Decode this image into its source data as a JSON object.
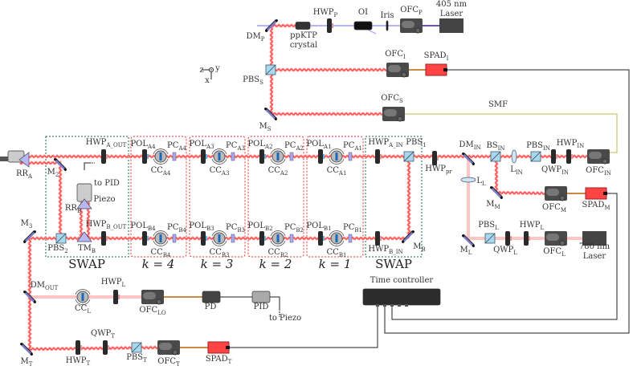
{
  "labels": {
    "DM_P": {
      "t": "DM",
      "s": "P"
    },
    "ppKTP": {
      "t": "ppKTP",
      "s": ""
    },
    "ppKTP2": {
      "t": "crystal",
      "s": ""
    },
    "HWP_P": {
      "t": "HWP",
      "s": "P"
    },
    "OI": {
      "t": "OI",
      "s": ""
    },
    "Iris": {
      "t": "Iris",
      "s": ""
    },
    "OFC_P": {
      "t": "OFC",
      "s": "P"
    },
    "L405a": {
      "t": "405 nm",
      "s": ""
    },
    "L405b": {
      "t": "Laser",
      "s": ""
    },
    "PBS_S": {
      "t": "PBS",
      "s": "S"
    },
    "OFC_I": {
      "t": "OFC",
      "s": "I"
    },
    "SPAD_I": {
      "t": "SPAD",
      "s": "I"
    },
    "M_S": {
      "t": "M",
      "s": "S"
    },
    "OFC_S": {
      "t": "OFC",
      "s": "S"
    },
    "SMF": {
      "t": "SMF",
      "s": ""
    },
    "RR_A": {
      "t": "RR",
      "s": "A"
    },
    "M_2": {
      "t": "M",
      "s": "2"
    },
    "RR_B": {
      "t": "RR",
      "s": "B"
    },
    "Piezo": {
      "t": "Piezo",
      "s": ""
    },
    "toPID": {
      "t": "to PID",
      "s": ""
    },
    "M_3": {
      "t": "M",
      "s": "3"
    },
    "PBS_2": {
      "t": "PBS",
      "s": "2"
    },
    "TM_B": {
      "t": "TM",
      "s": "B"
    },
    "HWP_Aout": {
      "t": "HWP",
      "s": "A_OUT"
    },
    "HWP_Bout": {
      "t": "HWP",
      "s": "B_OUT"
    },
    "POL_A4": {
      "t": "POL",
      "s": "A4"
    },
    "PC_A4": {
      "t": "PC",
      "s": "A4"
    },
    "CC_A4": {
      "t": "CC",
      "s": "A4"
    },
    "POL_B4": {
      "t": "POL",
      "s": "B4"
    },
    "PC_B4": {
      "t": "PC",
      "s": "B4"
    },
    "CC_B4": {
      "t": "CC",
      "s": "B4"
    },
    "POL_A3": {
      "t": "POL",
      "s": "A3"
    },
    "PC_A3": {
      "t": "PC",
      "s": "A3"
    },
    "CC_A3": {
      "t": "CC",
      "s": "A3"
    },
    "POL_B3": {
      "t": "POL",
      "s": "B3"
    },
    "PC_B3": {
      "t": "PC",
      "s": "B3"
    },
    "CC_B3": {
      "t": "CC",
      "s": "B3"
    },
    "POL_A2": {
      "t": "POL",
      "s": "A2"
    },
    "PC_A2": {
      "t": "PC",
      "s": "A2"
    },
    "CC_A2": {
      "t": "CC",
      "s": "A2"
    },
    "POL_B2": {
      "t": "POL",
      "s": "B2"
    },
    "PC_B2": {
      "t": "PC",
      "s": "B2"
    },
    "CC_B2": {
      "t": "CC",
      "s": "B2"
    },
    "POL_A1": {
      "t": "POL",
      "s": "A1"
    },
    "PC_A1": {
      "t": "PC",
      "s": "A1"
    },
    "CC_A1": {
      "t": "CC",
      "s": "A1"
    },
    "POL_B1": {
      "t": "POL",
      "s": "B1"
    },
    "PC_B1": {
      "t": "PC",
      "s": "B1"
    },
    "CC_B1": {
      "t": "CC",
      "s": "B1"
    },
    "HWP_Ain": {
      "t": "HWP",
      "s": "A_IN"
    },
    "PBS_1": {
      "t": "PBS",
      "s": "1"
    },
    "HWP_Bin": {
      "t": "HWP",
      "s": "B_IN"
    },
    "M_B": {
      "t": "M",
      "s": "B"
    },
    "HWP_pr": {
      "t": "HWP",
      "s": "pr"
    },
    "DM_IN": {
      "t": "DM",
      "s": "IN"
    },
    "L_L": {
      "t": "L",
      "s": "L"
    },
    "M_L": {
      "t": "M",
      "s": "L"
    },
    "BS_IN": {
      "t": "BS",
      "s": "IN"
    },
    "L_IN": {
      "t": "L",
      "s": "IN"
    },
    "PBS_IN": {
      "t": "PBS",
      "s": "IN"
    },
    "QWP_IN": {
      "t": "QWP",
      "s": "IN"
    },
    "HWP_IN": {
      "t": "HWP",
      "s": "IN"
    },
    "OFC_IN": {
      "t": "OFC",
      "s": "IN"
    },
    "M_M": {
      "t": "M",
      "s": "M"
    },
    "OFC_M": {
      "t": "OFC",
      "s": "M"
    },
    "SPAD_M": {
      "t": "SPAD",
      "s": "M"
    },
    "PBS_L": {
      "t": "PBS",
      "s": "L"
    },
    "QWP_L": {
      "t": "QWP",
      "s": "L"
    },
    "HWP_L2": {
      "t": "HWP",
      "s": "L"
    },
    "OFC_L": {
      "t": "OFC",
      "s": "L"
    },
    "L780a": {
      "t": "780 nm",
      "s": ""
    },
    "L780b": {
      "t": "Laser",
      "s": ""
    },
    "DM_OUT": {
      "t": "DM",
      "s": "OUT"
    },
    "CC_L": {
      "t": "CC",
      "s": "L"
    },
    "HWP_L": {
      "t": "HWP",
      "s": "L"
    },
    "OFC_LO": {
      "t": "OFC",
      "s": "LO"
    },
    "PD": {
      "t": "PD",
      "s": ""
    },
    "PID": {
      "t": "PID",
      "s": ""
    },
    "toPiezo": {
      "t": "to Piezo",
      "s": ""
    },
    "TC": {
      "t": "Time controller",
      "s": ""
    },
    "M_T": {
      "t": "M",
      "s": "T"
    },
    "HWP_T": {
      "t": "HWP",
      "s": "T"
    },
    "QWP_T": {
      "t": "QWP",
      "s": "T"
    },
    "PBS_T": {
      "t": "PBS",
      "s": "T"
    },
    "OFC_T": {
      "t": "OFC",
      "s": "T"
    },
    "SPAD_T": {
      "t": "SPAD",
      "s": "T"
    },
    "ax_z": {
      "t": "z",
      "s": ""
    },
    "ax_x": {
      "t": "x",
      "s": ""
    },
    "ax_y": {
      "t": "y",
      "s": ""
    }
  },
  "sections": {
    "swap_left": "SWAP",
    "swap_right": "SWAP",
    "k4": "k = 4",
    "k3": "k = 3",
    "k2": "k = 2",
    "k1": "k = 1"
  },
  "colors": {
    "signal_beam": "#ff3333",
    "pump_beam": "#9a9aff",
    "lo_beam": "#ffc4c4",
    "fiber_mm": "#c06000",
    "fiber_smf": "#d4d08a",
    "swap_box": "#1a6a4a",
    "k_box": "#e03030",
    "spad": "#ff4444"
  }
}
